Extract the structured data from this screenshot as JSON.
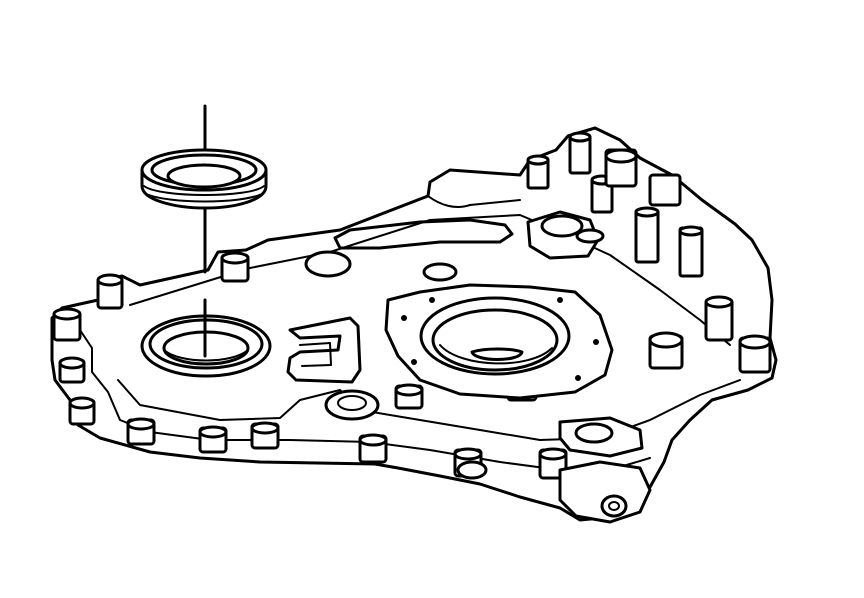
{
  "diagram": {
    "description_shown": "",
    "colors": {
      "line": "#000000",
      "background": "#ffffff"
    },
    "parts": [
      {
        "id": "seal",
        "icon": "oil-seal-ring"
      },
      {
        "id": "cover",
        "icon": "engine-front-cover"
      },
      {
        "id": "seal-bore",
        "icon": "crankshaft-seal-bore"
      },
      {
        "id": "pump-opening",
        "icon": "oil-pump-opening"
      },
      {
        "id": "alignment-line",
        "icon": "installation-axis-line"
      }
    ]
  }
}
